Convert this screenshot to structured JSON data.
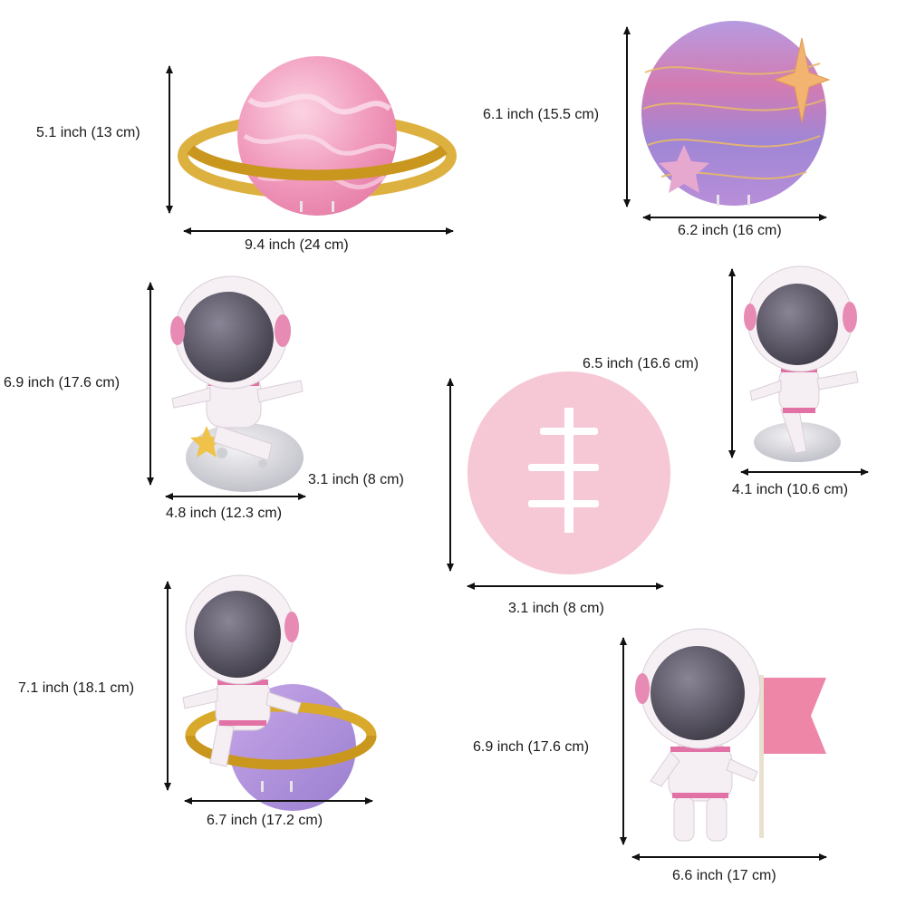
{
  "items": [
    {
      "name": "pink-saturn",
      "height_label": "5.1 inch (13 cm)",
      "width_label": "9.4 inch (24 cm)"
    },
    {
      "name": "purple-planet",
      "height_label": "6.1 inch (15.5 cm)",
      "width_label": "6.2 inch (16 cm)"
    },
    {
      "name": "astronaut-on-moon",
      "height_label": "6.9 inch (17.6 cm)",
      "width_label": "4.8 inch (12.3 cm)"
    },
    {
      "name": "astronaut-waving",
      "height_label": "6.5 inch (16.6 cm)",
      "width_label": "4.1 inch (10.6 cm)"
    },
    {
      "name": "stand-base",
      "height_label": "3.1 inch (8 cm)",
      "width_label": "3.1 inch (8 cm)"
    },
    {
      "name": "astronaut-on-ring-planet",
      "height_label": "7.1 inch (18.1 cm)",
      "width_label": "6.7 inch (17.2 cm)"
    },
    {
      "name": "astronaut-with-flag",
      "height_label": "6.9 inch (17.6 cm)",
      "width_label": "6.6 inch (17 cm)"
    }
  ],
  "colors": {
    "pink": "#f2a8c4",
    "gold": "#d9a92b",
    "purple": "#a88ad8",
    "visor": "#5b5866",
    "base_pink": "#f6c8d6",
    "arrow": "#111111"
  }
}
